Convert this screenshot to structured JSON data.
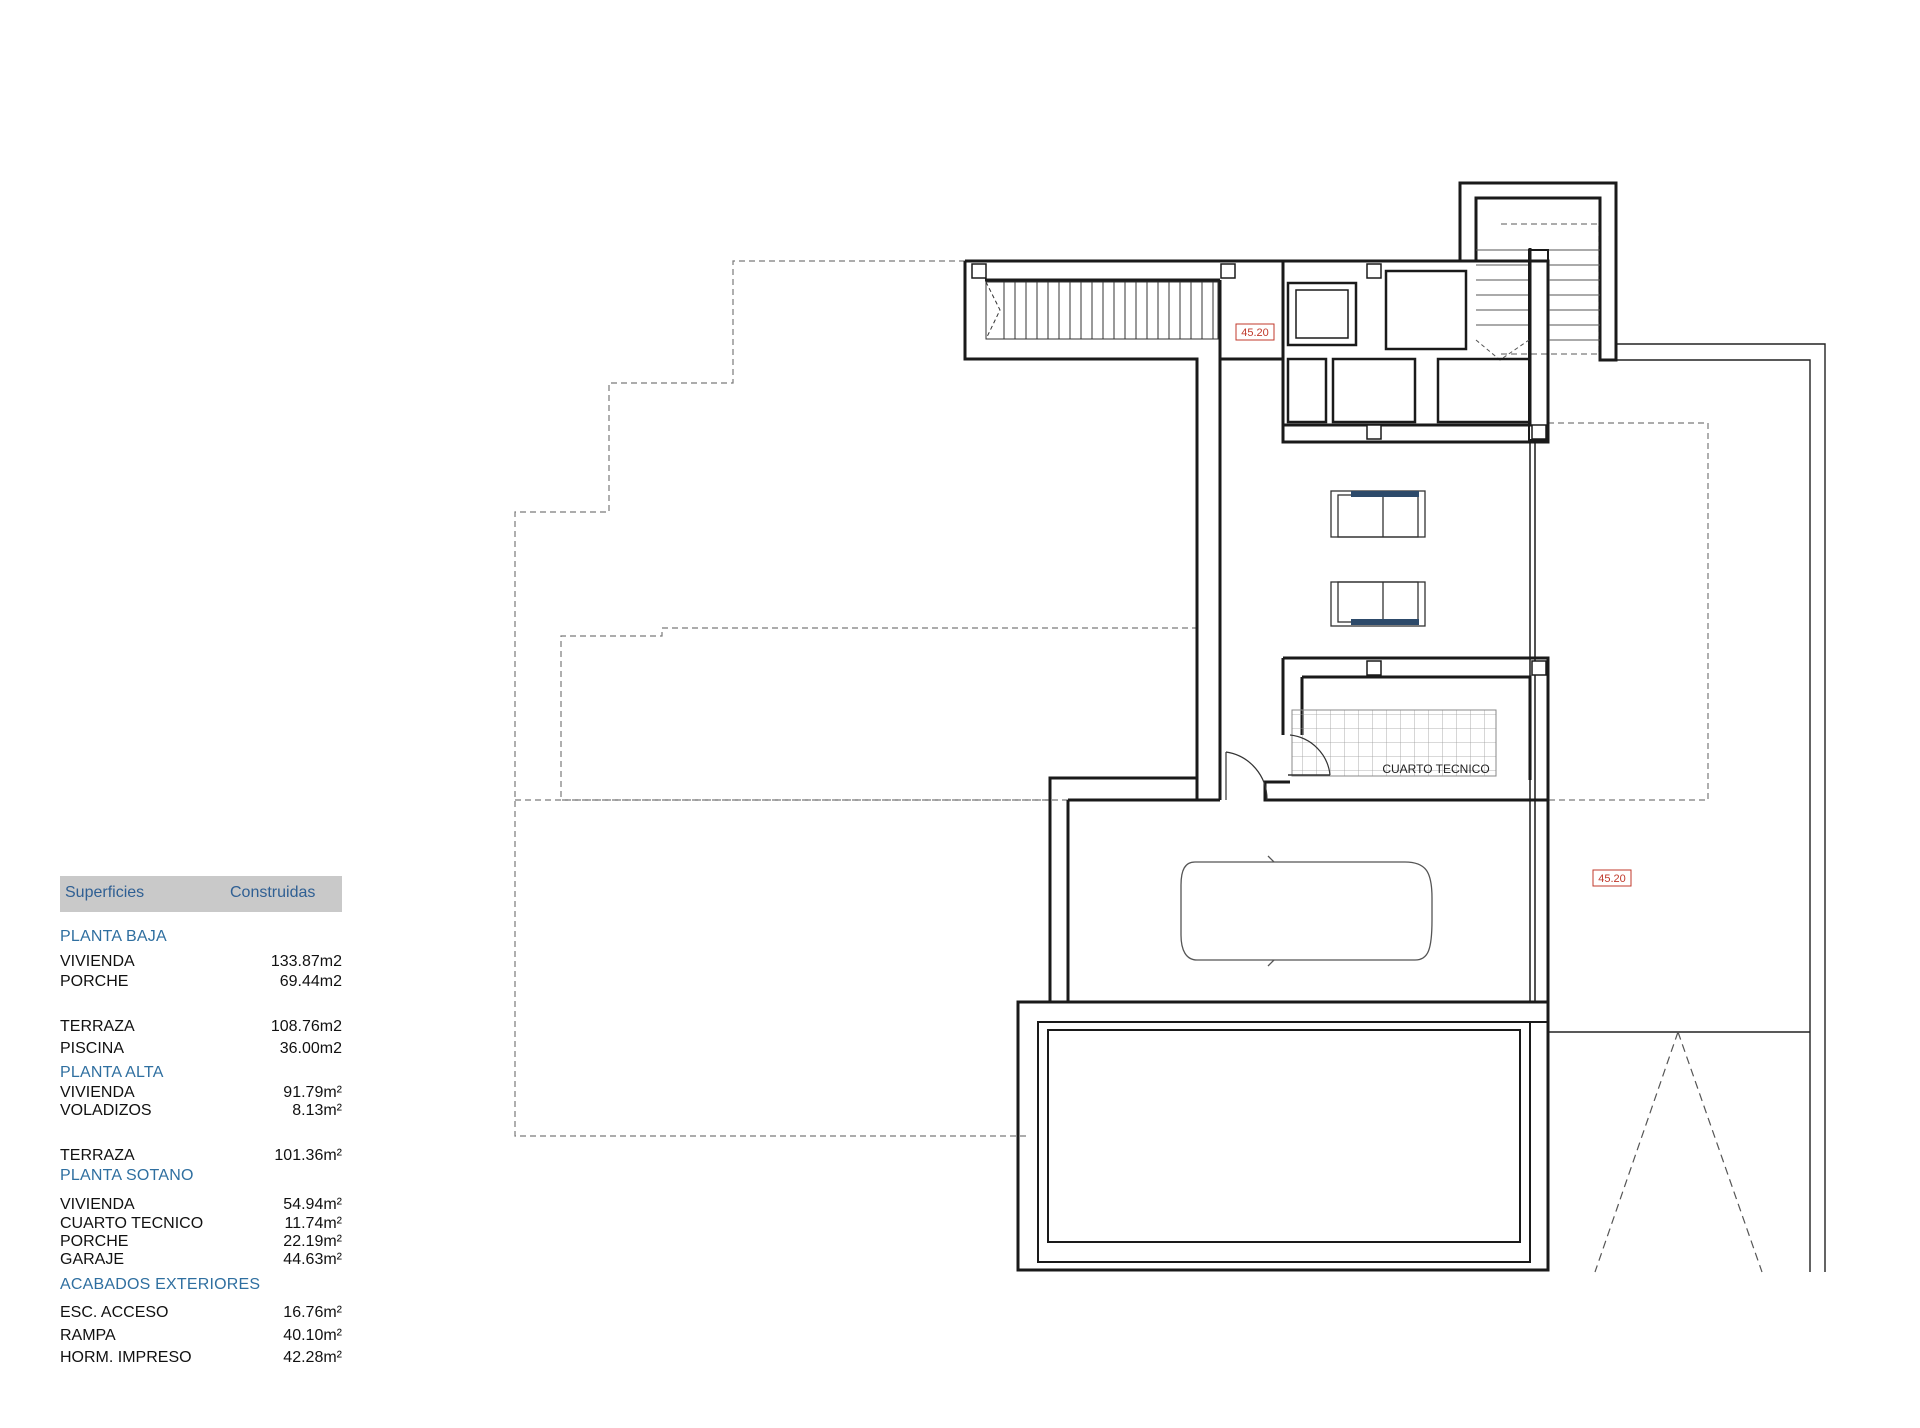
{
  "plan": {
    "level_marks": [
      "45.20",
      "45.20"
    ],
    "room_label": "CUARTO TECNICO"
  },
  "table": {
    "header": {
      "col1": "Superficies",
      "col2": "Construidas"
    },
    "sections": [
      {
        "title": "PLANTA BAJA",
        "rows": [
          {
            "name": "VIVIENDA",
            "value": "133.87m2"
          },
          {
            "name": "PORCHE",
            "value": "69.44m2"
          },
          {
            "name": "TERRAZA",
            "value": "108.76m2"
          },
          {
            "name": "PISCINA",
            "value": "36.00m2"
          }
        ]
      },
      {
        "title": "PLANTA ALTA",
        "rows": [
          {
            "name": "VIVIENDA",
            "value": "91.79m²"
          },
          {
            "name": "VOLADIZOS",
            "value": "8.13m²"
          },
          {
            "name": "TERRAZA",
            "value": "101.36m²"
          }
        ]
      },
      {
        "title": "PLANTA SOTANO",
        "rows": [
          {
            "name": "VIVIENDA",
            "value": "54.94m²"
          },
          {
            "name": "CUARTO TECNICO",
            "value": "11.74m²"
          },
          {
            "name": "PORCHE",
            "value": "22.19m²"
          },
          {
            "name": "GARAJE",
            "value": "44.63m²"
          }
        ]
      },
      {
        "title": "ACABADOS EXTERIORES",
        "rows": [
          {
            "name": "ESC. ACCESO",
            "value": "16.76m²"
          },
          {
            "name": "RAMPA",
            "value": "40.10m²"
          },
          {
            "name": "HORM. IMPRESO",
            "value": "42.28m²"
          }
        ]
      }
    ]
  }
}
